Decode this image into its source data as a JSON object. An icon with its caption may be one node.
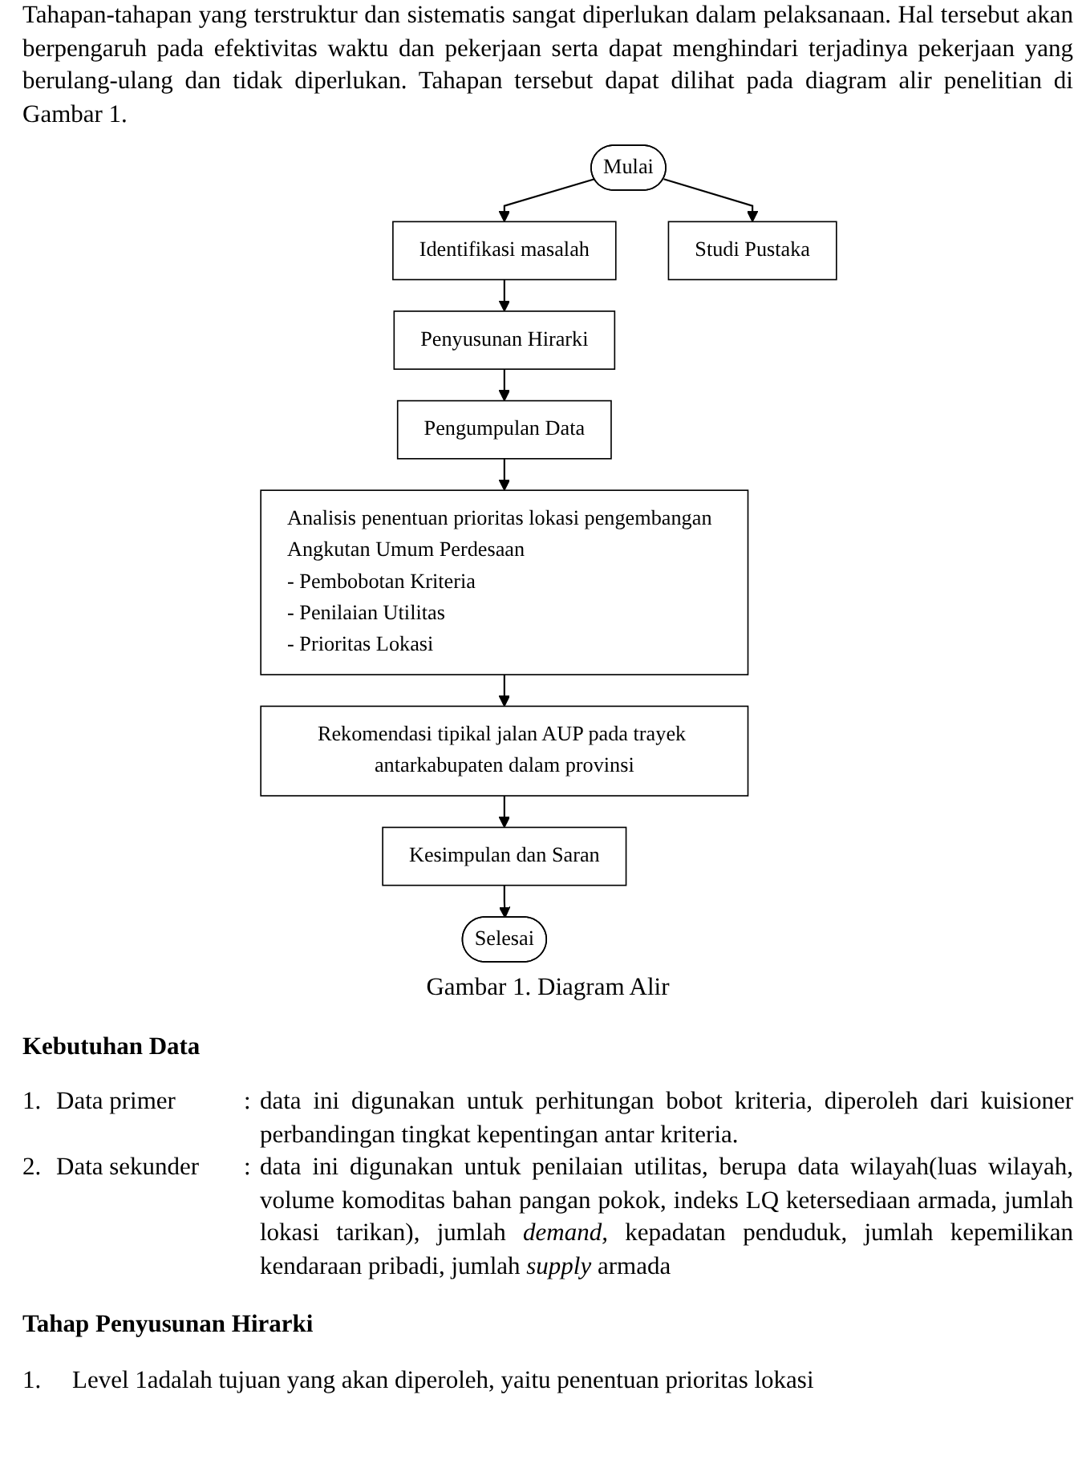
{
  "diagram": {
    "caption": "Gambar 1. Diagram Alir",
    "nodes": [
      {
        "text": [
          "Mulai"
        ]
      },
      {
        "text": [
          "Studi Pustaka"
        ]
      },
      {
        "text": [
          "Identifikasi masalah"
        ]
      },
      {
        "text": [
          "Penyusunan Hirarki"
        ]
      },
      {
        "text": [
          "Pengumpulan Data"
        ]
      },
      {
        "text": [
          "Analisis penentuan prioritas lokasi pengembangan Angkutan Umum Perdesaan",
          "- Pembobotan Kriteria",
          "- Penilaian Utilitas",
          "- Prioritas Lokasi"
        ]
      },
      {
        "text": [
          "Rekomendasi tipikal jalan AUP pada trayek antarkabupaten dalam provinsi"
        ]
      },
      {
        "text": [
          "Kesimpulan dan Saran"
        ]
      },
      {
        "text": [
          "Selesai"
        ]
      }
    ],
    "edges": [
      {
        "from": 0,
        "to": 2,
        "arrow": "to"
      },
      {
        "from": 0,
        "to": 1,
        "arrow": "to"
      },
      {
        "from": 2,
        "to": 3,
        "arrow": "to"
      },
      {
        "from": 3,
        "to": 4,
        "arrow": "to"
      },
      {
        "from": 4,
        "to": 5,
        "arrow": "to"
      },
      {
        "from": 5,
        "to": 6,
        "arrow": "to"
      },
      {
        "from": 6,
        "to": 7,
        "arrow": "to"
      },
      {
        "from": 7,
        "to": 8,
        "arrow": "to"
      }
    ],
    "labels": [
      "Tahapan-tahapan yang terstruktur dan sistematis sangat diperlukan dalam pelaksanaan. Hal tersebut akan berpengaruh pada efektivitas waktu dan pekerjaan serta dapat menghindari terjadinya pekerjaan yang berulang-ulang dan tidak diperlukan. Tahapan tersebut dapat dilihat pada diagram alir penelitian di Gambar 1.",
      "Kebutuhan Data",
      "1.",
      "Data primer",
      ":",
      "data ini digunakan untuk perhitungan bobot kriteria, diperoleh dari kuisioner perbandingan tingkat kepentingan antar kriteria.",
      "2.",
      "Data sekunder",
      ":",
      "data ini digunakan untuk penilaian utilitas, berupa data wilayah(luas wilayah, volume komoditas bahan pangan pokok, indeks LQ ketersediaan armada, jumlah lokasi tarikan), jumlah *demand,* kepadatan penduduk, jumlah kepemilikan kendaraan pribadi, jumlah *supply* armada",
      "Tahap Penyusunan Hirarki",
      "1.",
      "Level 1adalah tujuan yang akan diperoleh, yaitu penentuan prioritas lokasi"
    ]
  }
}
